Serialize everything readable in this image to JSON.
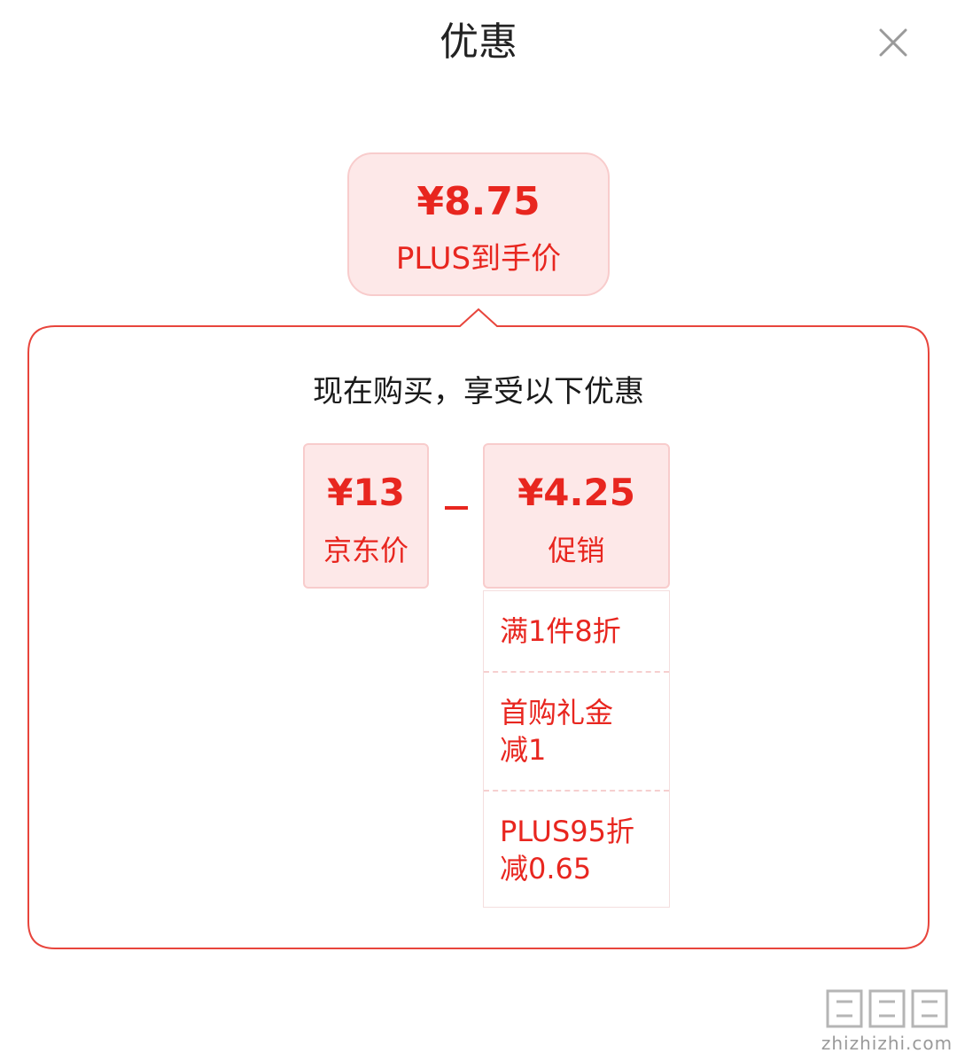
{
  "header": {
    "title": "优惠",
    "close_icon": "close-icon"
  },
  "final_price": {
    "amount": "¥8.75",
    "label": "PLUS到手价"
  },
  "panel": {
    "subtitle": "现在购买，享受以下优惠",
    "base": {
      "amount": "¥13",
      "label": "京东价"
    },
    "operator": "minus-icon",
    "promo": {
      "amount": "¥4.25",
      "label": "促销",
      "items": [
        "满1件8折",
        "首购礼金\n减1",
        "PLUS95折\n减0.65"
      ]
    }
  },
  "watermark": {
    "icon": "zhizhizhi-logo",
    "text": "zhizhizhi.com"
  },
  "colors": {
    "accent": "#e8261f",
    "card_bg": "#fde8e8",
    "card_border": "#f8cccc",
    "panel_border": "#e8453c"
  }
}
